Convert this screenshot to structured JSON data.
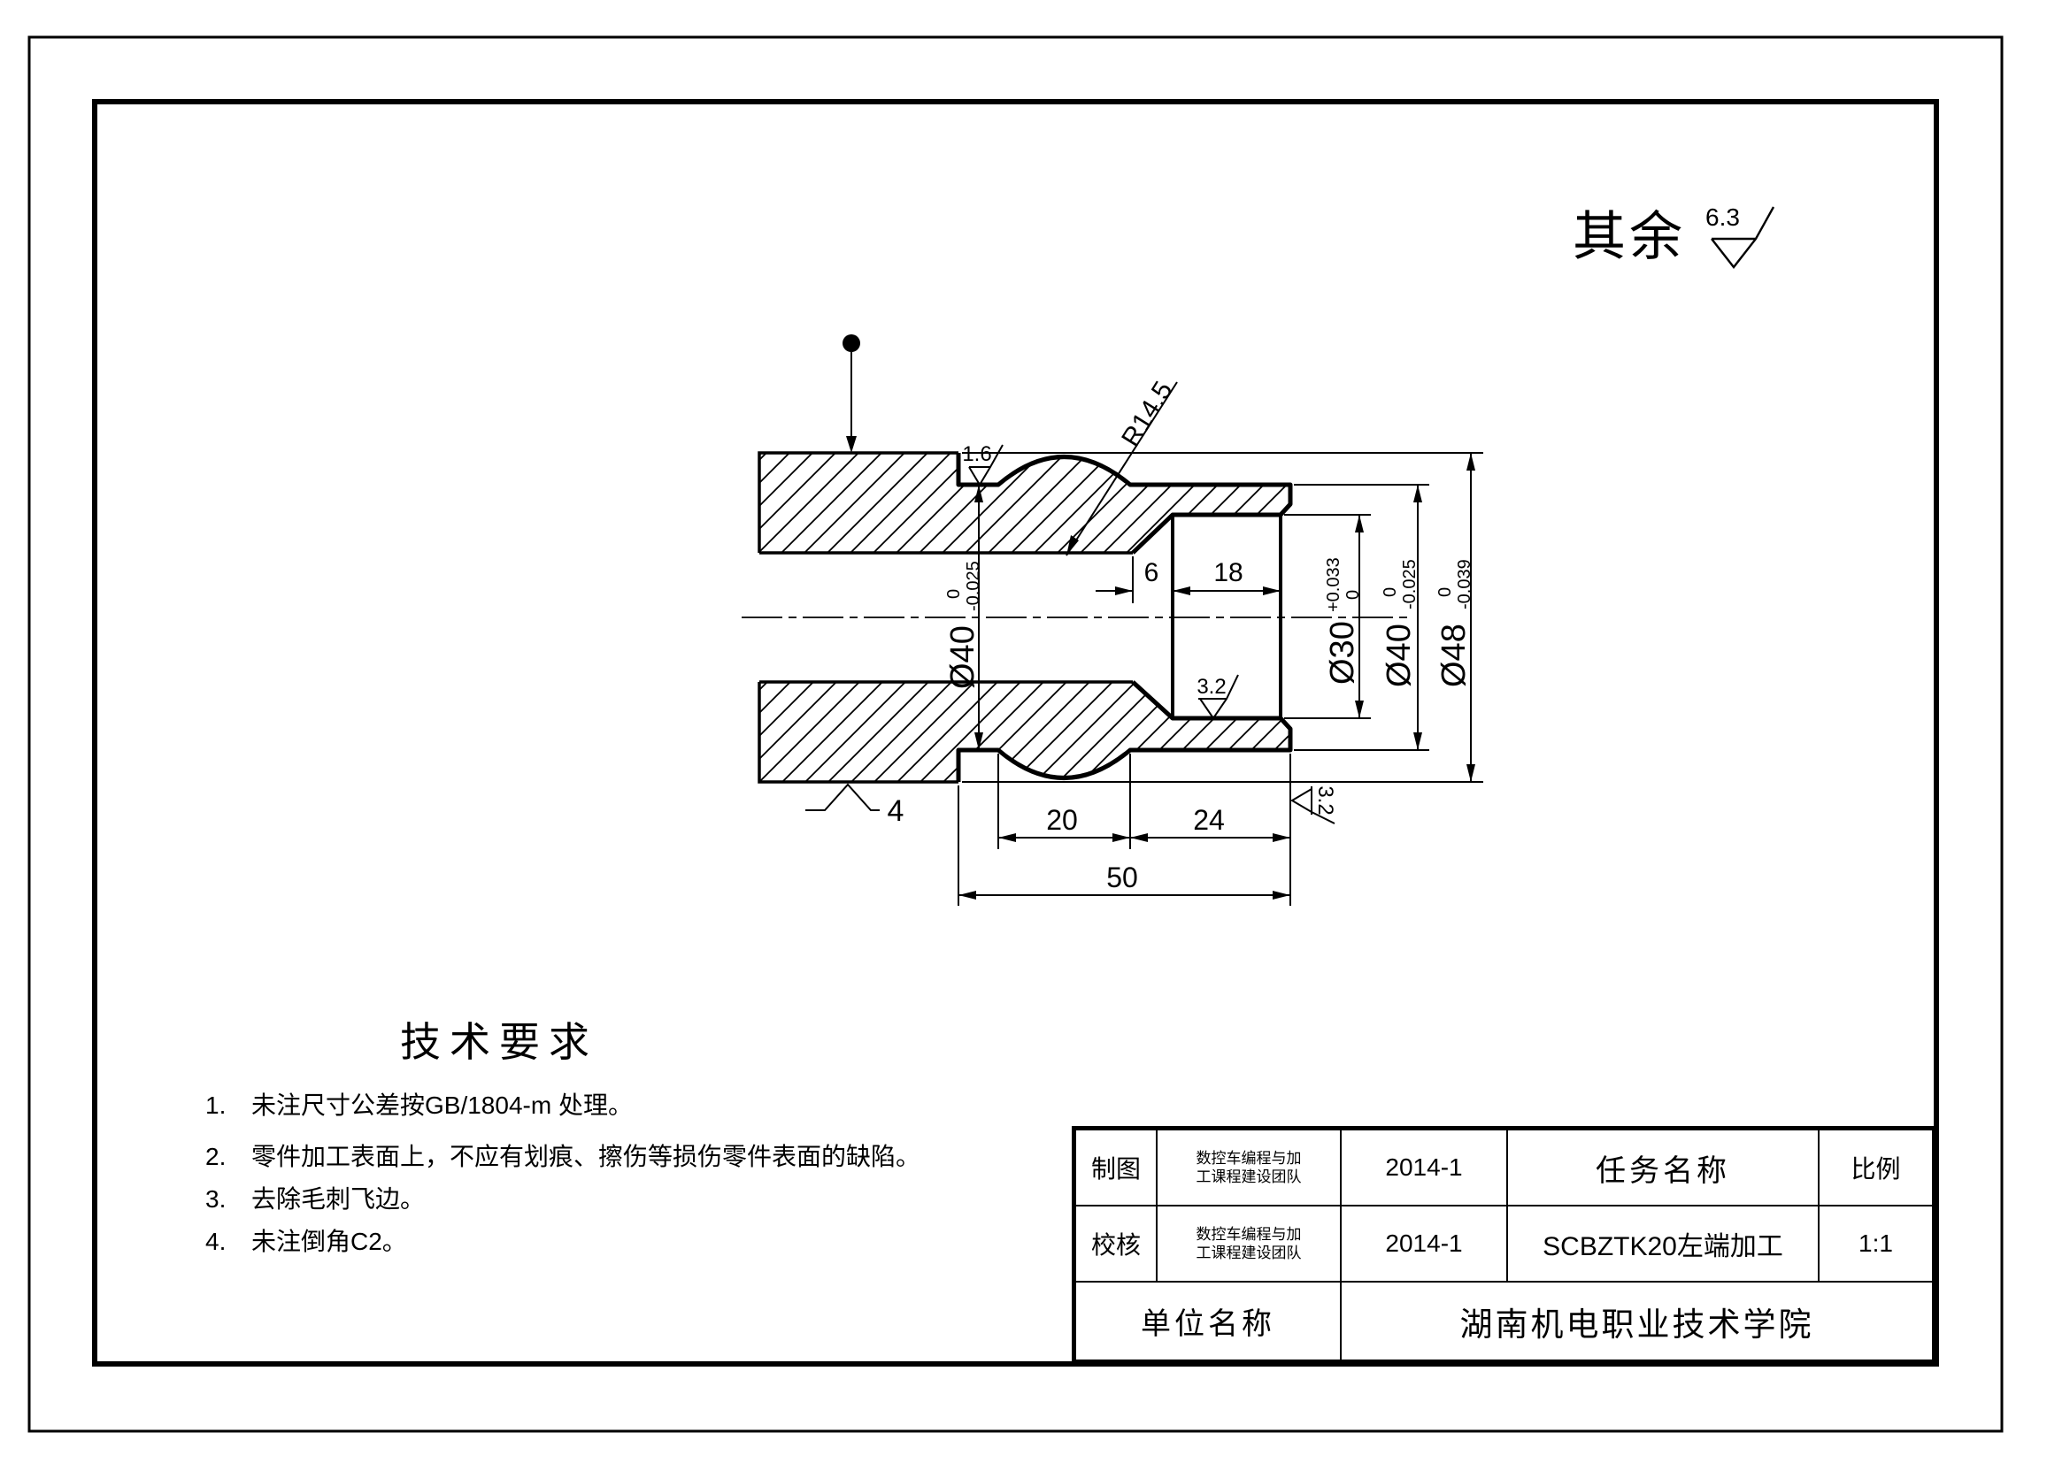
{
  "surface_note": {
    "prefix": "其余",
    "value": "6.3"
  },
  "dims": {
    "r": "R14.5",
    "f16": "1.6",
    "f32_bore": "3.2",
    "f32_face": "3.2",
    "d6": "6",
    "d18": "18",
    "d20": "20",
    "d24": "24",
    "d50": "50",
    "d4": "4",
    "dia40L": {
      "main": "Ø40",
      "up": "0",
      "dn": "-0.025"
    },
    "dia30": {
      "main": "Ø30",
      "up": "+0.033",
      "dn": "0"
    },
    "dia40R": {
      "main": "Ø40",
      "up": "0",
      "dn": "-0.025"
    },
    "dia48": {
      "main": "Ø48",
      "up": "0",
      "dn": "-0.039"
    }
  },
  "tech": {
    "title": "技术要求",
    "items": [
      {
        "no": "1.",
        "text": "未注尺寸公差按GB/1804-m 处理。"
      },
      {
        "no": "2.",
        "text": "零件加工表面上，不应有划痕、擦伤等损伤零件表面的缺陷。"
      },
      {
        "no": "3.",
        "text": "去除毛刺飞边。"
      },
      {
        "no": "4.",
        "text": "未注倒角C2。"
      }
    ]
  },
  "title_block": {
    "draw_label": "制图",
    "check_label": "校核",
    "team_line1": "数控车编程与加",
    "team_line2": "工课程建设团队",
    "date1": "2014-1",
    "date2": "2014-1",
    "task_label": "任务名称",
    "task_value": "SCBZTK20左端加工",
    "scale_label": "比例",
    "scale_value": "1:1",
    "unit_label": "单位名称",
    "unit_value": "湖南机电职业技术学院"
  }
}
